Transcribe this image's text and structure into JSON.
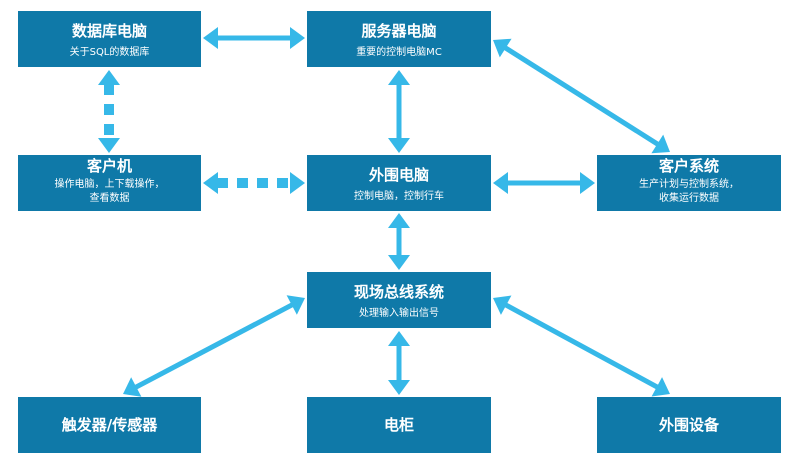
{
  "colors": {
    "node_fill": "#0f79a8",
    "node_text": "#ffffff",
    "arrow": "#36b8e8"
  },
  "nodes": {
    "db": {
      "title": "数据库电脑",
      "subtitle": "关于SQL的数据库"
    },
    "server": {
      "title": "服务器电脑",
      "subtitle": "重要的控制电脑MC"
    },
    "client": {
      "title": "客户机",
      "subtitle_line1": "操作电脑，上下载操作，",
      "subtitle_line2": "查看数据"
    },
    "periph": {
      "title": "外围电脑",
      "subtitle": "控制电脑，控制行车"
    },
    "custsys": {
      "title": "客户系统",
      "subtitle_line1": "生产计划与控制系统，",
      "subtitle_line2": "收集运行数据"
    },
    "fieldbus": {
      "title": "现场总线系统",
      "subtitle": "处理输入输出信号"
    },
    "trigger": {
      "title": "触发器/传感器"
    },
    "cabinet": {
      "title": "电柜"
    },
    "device": {
      "title": "外围设备"
    }
  }
}
